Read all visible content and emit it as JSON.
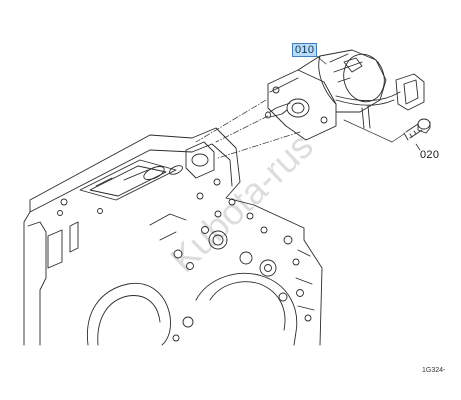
{
  "callouts": {
    "part_010": "010",
    "part_020": "020"
  },
  "figure_code": "1G324-",
  "watermark": "Kubota-rus",
  "colors": {
    "line": "#2b2b2b",
    "selected_fill": "#b9dcf6",
    "selected_border": "#3d7fc2"
  },
  "icons": {
    "solenoid": "stop-solenoid-icon",
    "bolt": "bolt-icon",
    "block": "engine-block-icon"
  }
}
